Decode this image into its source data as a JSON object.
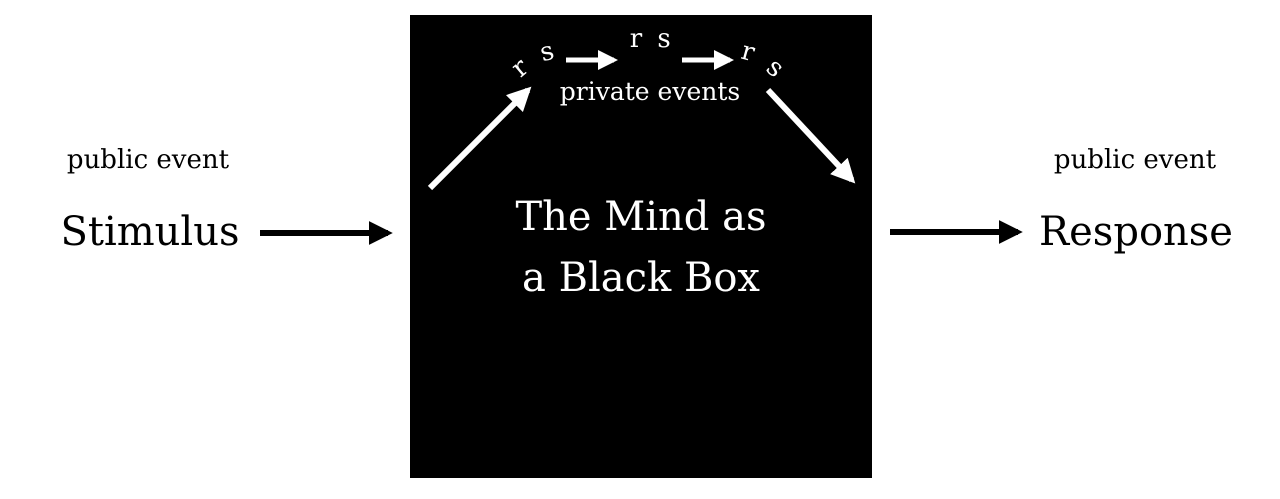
{
  "left": {
    "caption": "public event",
    "label": "Stimulus"
  },
  "right": {
    "caption": "public event",
    "label": "Response"
  },
  "box": {
    "title_line1": "The Mind as",
    "title_line2": "a Black Box",
    "private_label": "private events",
    "chain": [
      {
        "r": "r",
        "s": "s"
      },
      {
        "r": "r",
        "s": "s"
      },
      {
        "r": "r",
        "s": "s"
      }
    ]
  },
  "colors": {
    "box": "#000000",
    "background": "#ffffff",
    "outer_arrow": "#000000",
    "inner_arrow": "#ffffff"
  }
}
